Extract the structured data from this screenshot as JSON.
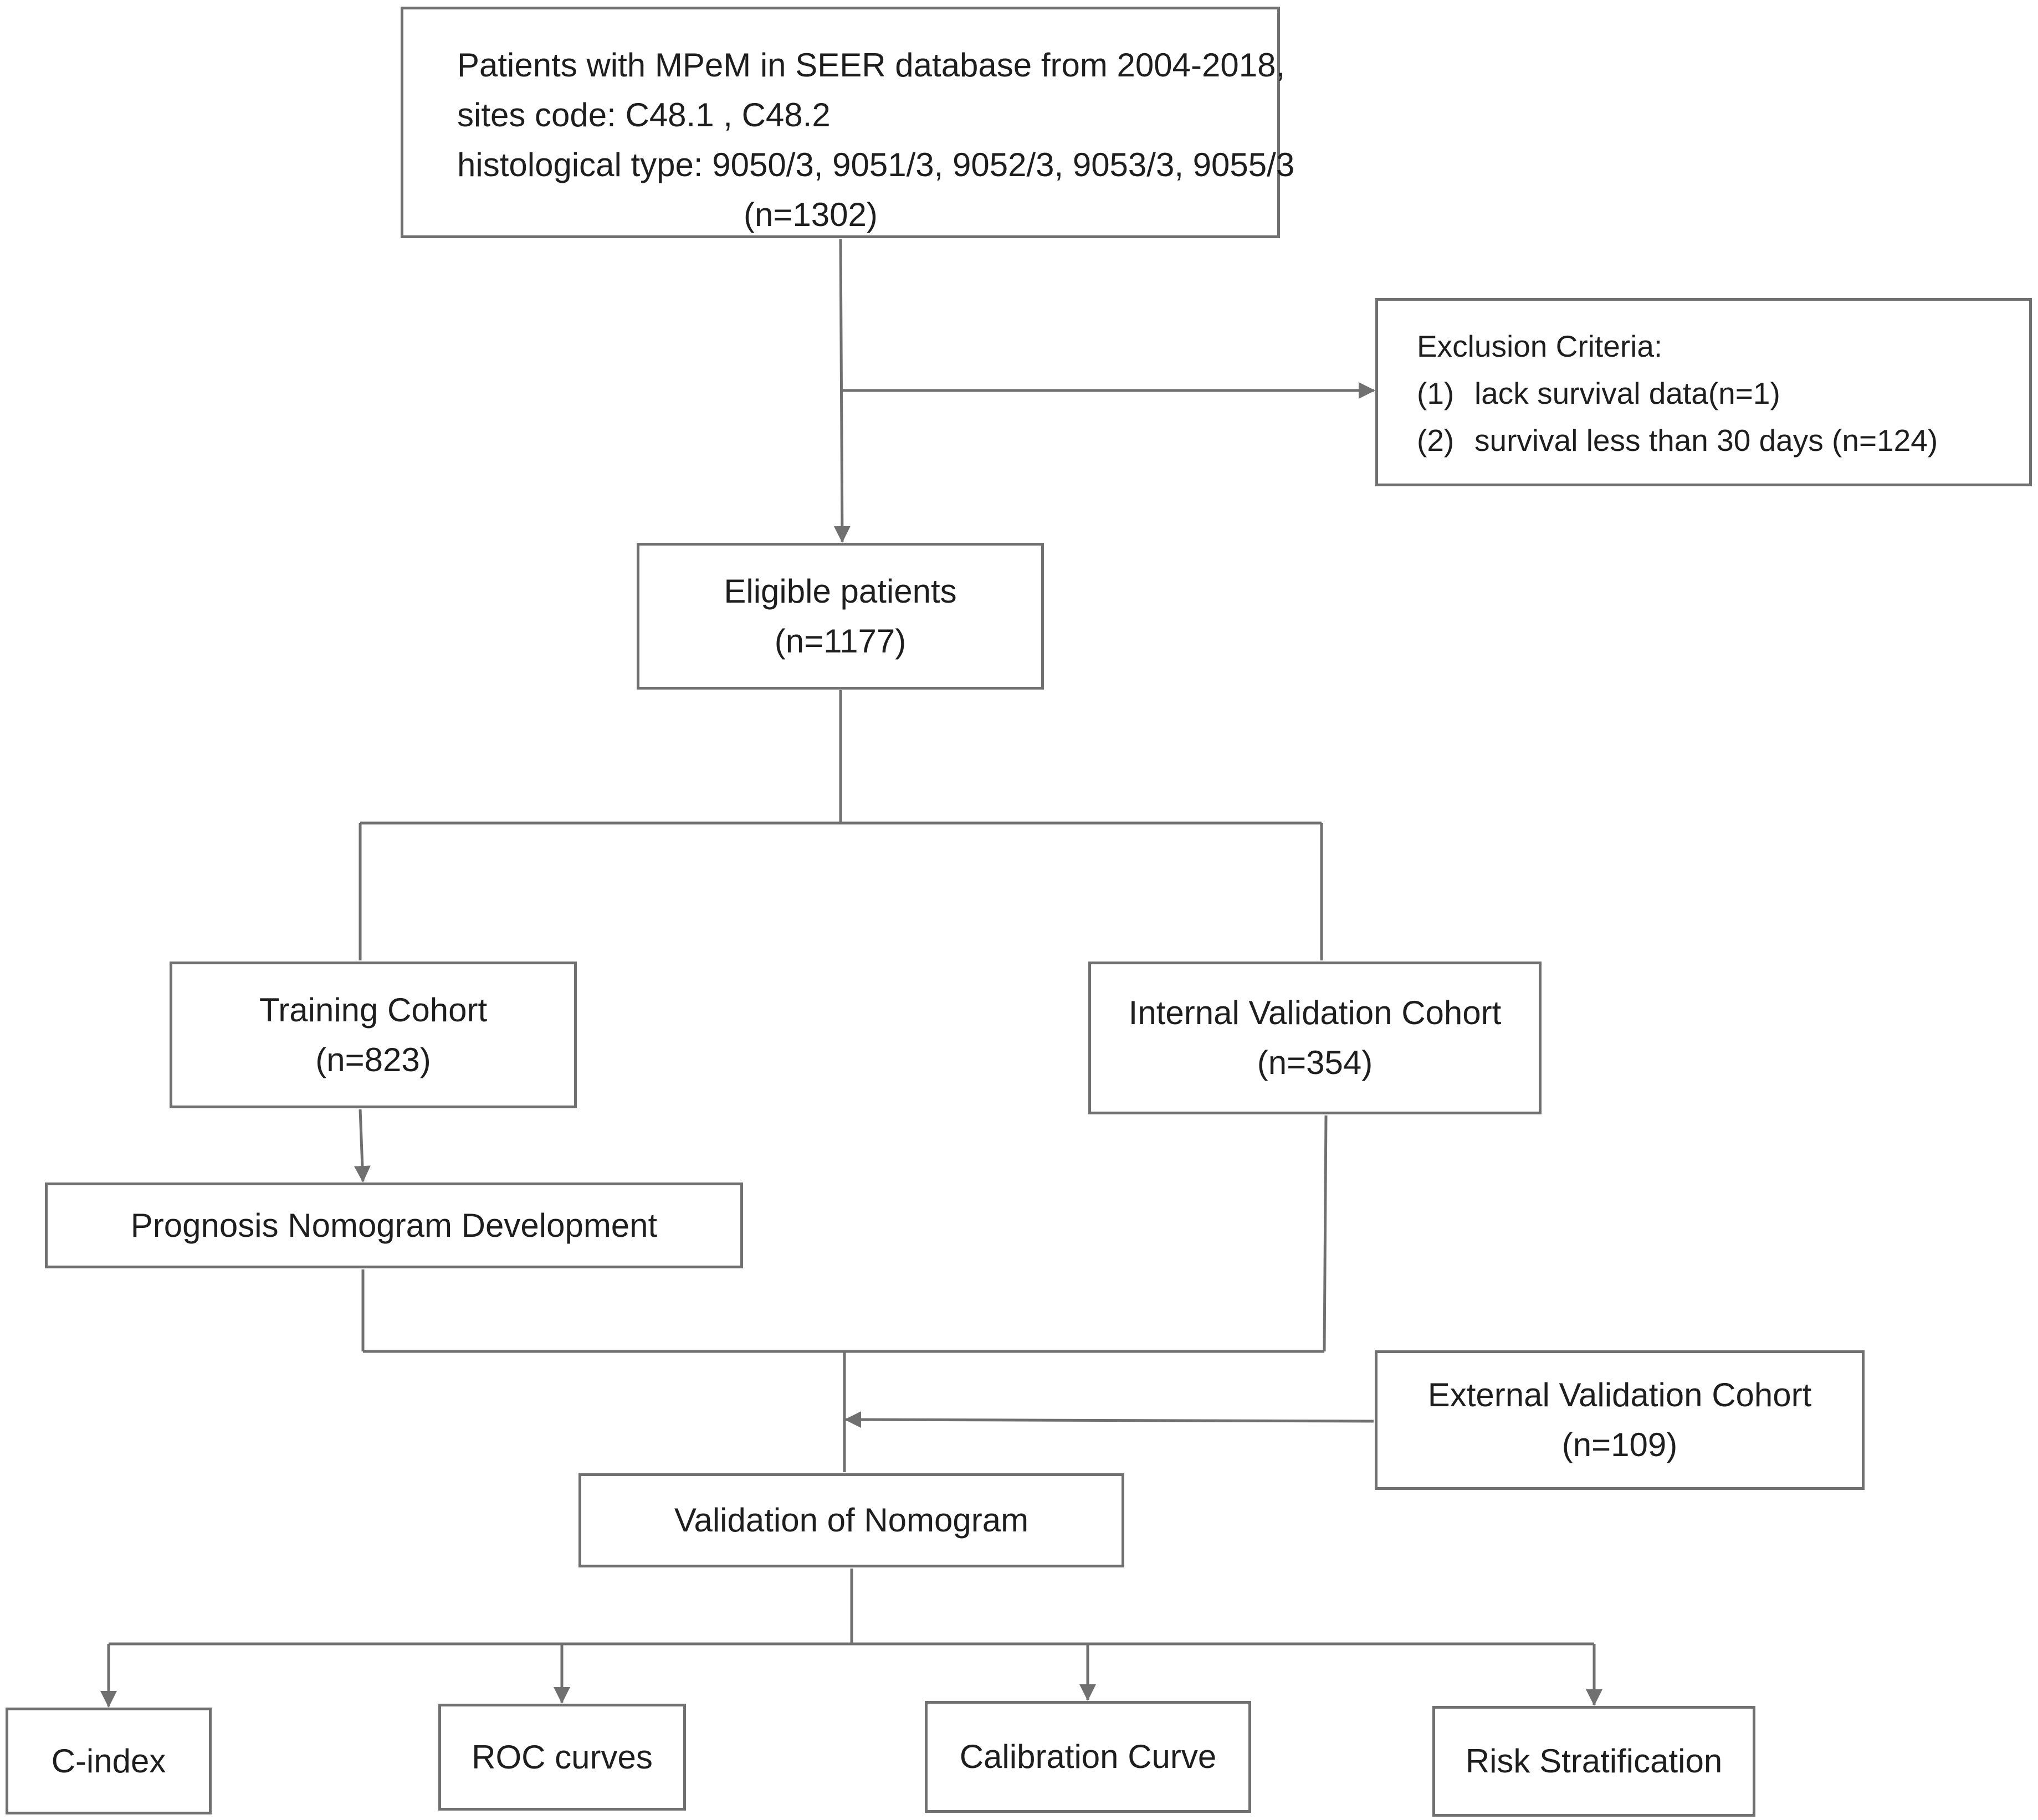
{
  "flowchart": {
    "source": {
      "lines": [
        "Patients with MPeM in SEER database from 2004-2018,",
        "sites code: C48.1 , C48.2",
        "histological type: 9050/3, 9051/3, 9052/3, 9053/3,  9055/3"
      ],
      "count": "(n=1302)"
    },
    "exclusion": {
      "title": "Exclusion Criteria:",
      "items": [
        {
          "num": "(1)",
          "text": "lack survival data(n=1)"
        },
        {
          "num": "(2)",
          "text": "survival less than 30 days (n=124)"
        }
      ]
    },
    "eligible": {
      "label": "Eligible patients",
      "count": "(n=1177)"
    },
    "training": {
      "label": "Training Cohort",
      "count": "(n=823)"
    },
    "internal": {
      "label": "Internal Validation Cohort",
      "count": "(n=354)"
    },
    "development": {
      "label": "Prognosis Nomogram Development"
    },
    "external": {
      "label": "External Validation Cohort",
      "count": "(n=109)"
    },
    "validation": {
      "label": "Validation of Nomogram"
    },
    "outcomes": [
      {
        "label": "C-index"
      },
      {
        "label": "ROC curves"
      },
      {
        "label": "Calibration Curve"
      },
      {
        "label": "Risk Stratification"
      }
    ],
    "colors": {
      "stroke": "#707070",
      "text": "#1e1e1e",
      "background": "#ffffff"
    }
  }
}
